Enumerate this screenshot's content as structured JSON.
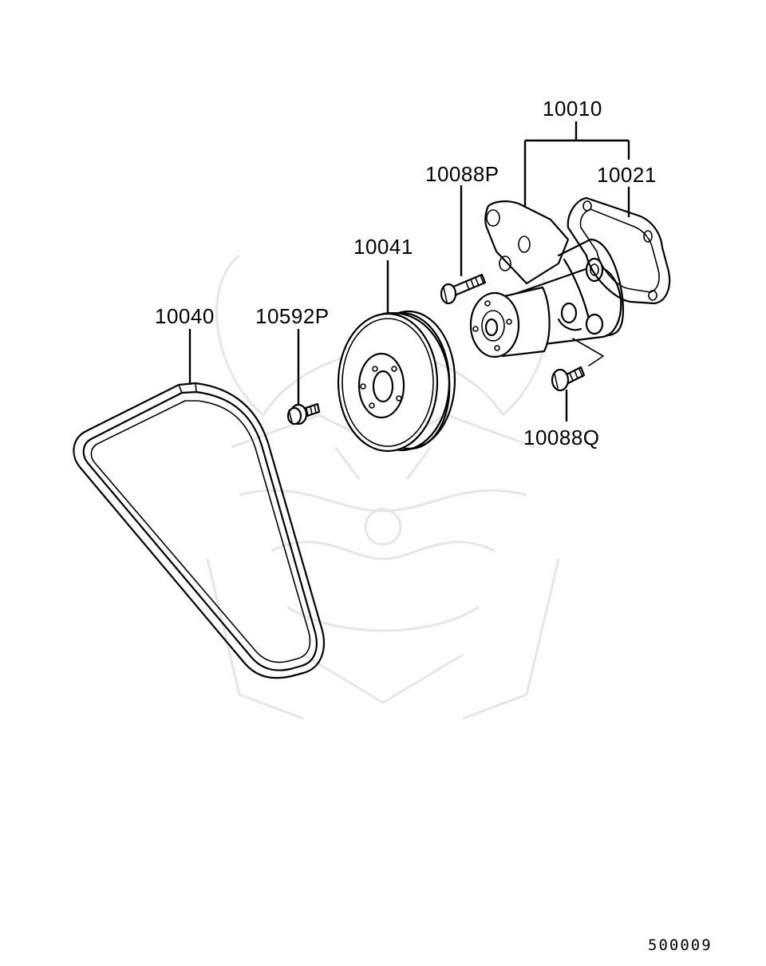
{
  "labels": {
    "p10010": "10010",
    "p10021": "10021",
    "p10088P": "10088P",
    "p10041": "10041",
    "p10040": "10040",
    "p10592P": "10592P",
    "p10088Q": "10088Q"
  },
  "reference_code": "500009",
  "colors": {
    "ink": "#000000",
    "watermark": "#e6e6e6",
    "background": "#ffffff"
  }
}
